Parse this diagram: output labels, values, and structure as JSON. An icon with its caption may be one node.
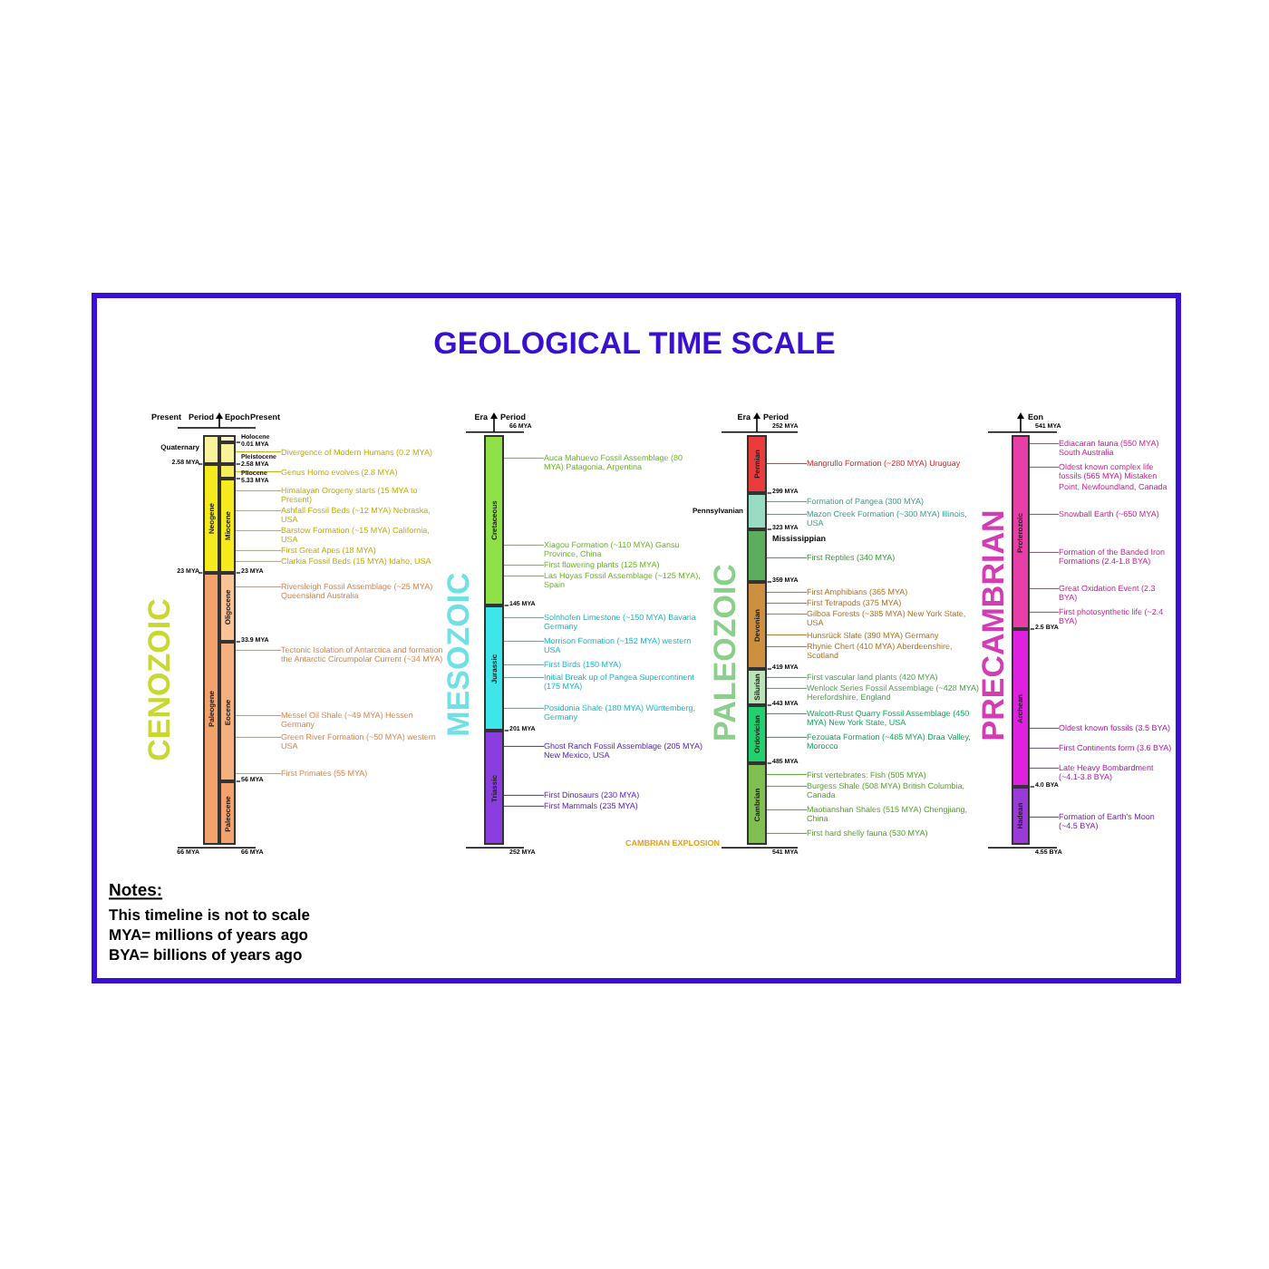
{
  "diagram": {
    "title": "GEOLOGICAL TIME SCALE",
    "nodes": [
      {
        "text": [],
        "shape": "bar",
        "beside": [
          "Quaternary"
        ]
      },
      {
        "text": [
          "Neogene"
        ]
      },
      {
        "text": [
          "Paleogene"
        ]
      },
      {
        "text": [],
        "shape": "bar",
        "beside": [
          "Holocene"
        ]
      },
      {
        "text": [],
        "shape": "bar",
        "beside": [
          "Pleistocene"
        ]
      },
      {
        "text": [],
        "shape": "bar",
        "beside": [
          "Pliocene"
        ]
      },
      {
        "text": [
          "Miocene"
        ]
      },
      {
        "text": [
          "Oligocene"
        ]
      },
      {
        "text": [
          "Eocene"
        ]
      },
      {
        "text": [
          "Paleocene"
        ]
      },
      {
        "text": [
          "Divergence of Modern Humans (0.2 MYA)"
        ]
      },
      {
        "text": [
          "Genus Homo evolves (2.8 MYA)"
        ]
      },
      {
        "text": [
          "Himalayan Orogeny starts (15 MYA to Present)"
        ]
      },
      {
        "text": [
          "Ashfall Fossil Beds (~12 MYA) Nebraska, USA"
        ]
      },
      {
        "text": [
          "Barstow Formation (~15 MYA) California, USA"
        ]
      },
      {
        "text": [
          "First Great Apes (18 MYA)"
        ]
      },
      {
        "text": [
          "Clarkia Fossil Beds (15 MYA) Idaho, USA"
        ]
      },
      {
        "text": [
          "Riversleigh Fossil Assemblage (~25 MYA) Queensland Australia"
        ]
      },
      {
        "text": [
          "Tectonic Isolation of Antarctica and formation the Antarctic Circumpolar Current (~34 MYA)"
        ]
      },
      {
        "text": [
          "Messel Oil Shale (~49 MYA) Hessen Germany"
        ]
      },
      {
        "text": [
          "Green River Formation (~50 MYA) western USA"
        ]
      },
      {
        "text": [
          "First Primates (55 MYA)"
        ]
      },
      {
        "text": [
          "Cretaceous"
        ]
      },
      {
        "text": [
          "Jurassic"
        ]
      },
      {
        "text": [
          "Triassic"
        ]
      },
      {
        "text": [
          "Auca Mahuevo Fossil Assemblage (80 MYA) Patagonia, Argentina"
        ]
      },
      {
        "text": [
          "Xiagou Formation (~110 MYA) Gansu Province, China"
        ]
      },
      {
        "text": [
          "First flowering plants (125 MYA)"
        ]
      },
      {
        "text": [
          "Las Hoyas Fossil Assemblage (~125 MYA), Spain"
        ]
      },
      {
        "text": [
          "Solnhofen Limestone (~150 MYA) Bavaria Germany"
        ]
      },
      {
        "text": [
          "Morrison Formation (~152 MYA) western USA"
        ]
      },
      {
        "text": [
          "First Birds (150 MYA)"
        ]
      },
      {
        "text": [
          "Initial Break up of Pangea Supercontinent (175 MYA)"
        ]
      },
      {
        "text": [
          "Posidonia Shale (180 MYA) Württemberg, Germany"
        ]
      },
      {
        "text": [
          "Ghost Ranch Fossil Assemblage (205 MYA) New Mexico, USA"
        ]
      },
      {
        "text": [
          "First Dinosaurs (230 MYA)"
        ]
      },
      {
        "text": [
          "First Mammals (235 MYA)"
        ]
      },
      {
        "text": [
          "Permian"
        ]
      },
      {
        "text": [],
        "shape": "bar",
        "beside": [
          "Pennsylvanian"
        ]
      },
      {
        "text": [],
        "shape": "bar",
        "beside": [
          "Mississippian"
        ]
      },
      {
        "text": [
          "Devonian"
        ]
      },
      {
        "text": [
          "Silurian"
        ]
      },
      {
        "text": [
          "Ordovician"
        ]
      },
      {
        "text": [
          "Cambrian"
        ]
      },
      {
        "text": [
          "Mangrullo Formation (~280 MYA) Uruguay"
        ]
      },
      {
        "text": [
          "Formation of Pangea (300 MYA)"
        ]
      },
      {
        "text": [
          "Mazon Creek Formation (~300 MYA) Illinois, USA"
        ]
      },
      {
        "text": [
          "First Reptiles (340 MYA)"
        ]
      },
      {
        "text": [
          "First Amphibians (365 MYA)"
        ]
      },
      {
        "text": [
          "First Tetrapods (375 MYA)"
        ]
      },
      {
        "text": [
          "Gilboa Forests (~385 MYA) New York State, USA"
        ]
      },
      {
        "text": [
          "Hunsrück Slate (390 MYA) Germany"
        ]
      },
      {
        "text": [
          "Rhynie Chert (410 MYA) Aberdeenshire, Scotland"
        ]
      },
      {
        "text": [
          "First vascular land plants (420 MYA)"
        ]
      },
      {
        "text": [
          "Wenlock Series Fossil Assemblage (~428 MYA) Herefordshire, England"
        ]
      },
      {
        "text": [
          "Walcott-Rust Quarry Fossil Assemblage (450 MYA) New York State, USA"
        ]
      },
      {
        "text": [
          "Fezouata Formation (~485 MYA) Draa Valley, Morocco"
        ]
      },
      {
        "text": [
          "First vertebrates: Fish (505 MYA)"
        ]
      },
      {
        "text": [
          "Burgess Shale (508 MYA) British Columbia, Canada"
        ]
      },
      {
        "text": [
          "Maotianshan Shales (515 MYA) Chengjiang, China"
        ]
      },
      {
        "text": [
          "First hard shelly fauna (530 MYA)"
        ]
      },
      {
        "text": [
          "Proterozoic"
        ]
      },
      {
        "text": [
          "Archean"
        ]
      },
      {
        "text": [
          "Hadean"
        ]
      },
      {
        "text": [
          "Ediacaran fauna (550 MYA) South Australia"
        ]
      },
      {
        "text": [
          "Oldest known complex life fossils (565 MYA) Mistaken Point, Newfoundland, Canada"
        ]
      },
      {
        "text": [
          "Snowball Earth (~650 MYA)"
        ]
      },
      {
        "text": [
          "Formation of the Banded Iron Formations (2.4-1.8 BYA)"
        ]
      },
      {
        "text": [
          "Great Oxidation Event (2.3 BYA)"
        ]
      },
      {
        "text": [
          "First photosynthetic life (~2.4 BYA)"
        ]
      },
      {
        "text": [
          "Oldest known fossils (3.5 BYA)"
        ]
      },
      {
        "text": [
          "First Continents form (3.6 BYA)"
        ]
      },
      {
        "text": [
          "Late Heavy Bombardment (~4.1-3.8 BYA)"
        ]
      },
      {
        "text": [
          "Formation of Earth's Moon (~4.5 BYA)"
        ]
      }
    ],
    "edges": [
      {
        "from": 10,
        "to": 4,
        "arrow": "none",
        "color": "#c2ae00"
      },
      {
        "from": 11,
        "to": 5,
        "arrow": "none",
        "color": "#c2ae00"
      },
      {
        "from": 12,
        "to": 6,
        "arrow": "none",
        "color": "#c2ae00"
      },
      {
        "from": 13,
        "to": 6,
        "arrow": "none",
        "color": "#c2ae00"
      },
      {
        "from": 14,
        "to": 6,
        "arrow": "none",
        "color": "#c2ae00"
      },
      {
        "from": 15,
        "to": 6,
        "arrow": "none",
        "color": "#c2ae00"
      },
      {
        "from": 16,
        "to": 6,
        "arrow": "none",
        "color": "#c2ae00"
      },
      {
        "from": 17,
        "to": 7,
        "arrow": "none",
        "color": "#e0844a"
      },
      {
        "from": 18,
        "to": 8,
        "arrow": "none",
        "color": "#e0844a"
      },
      {
        "from": 19,
        "to": 8,
        "arrow": "none",
        "color": "#e0844a"
      },
      {
        "from": 20,
        "to": 8,
        "arrow": "none",
        "color": "#e0844a"
      },
      {
        "from": 21,
        "to": 8,
        "arrow": "none",
        "color": "#e0844a"
      },
      {
        "from": 25,
        "to": 22,
        "arrow": "none",
        "color": "#68b820"
      },
      {
        "from": 26,
        "to": 22,
        "arrow": "none",
        "color": "#68b820"
      },
      {
        "from": 27,
        "to": 22,
        "arrow": "none",
        "color": "#68b820"
      },
      {
        "from": 28,
        "to": 22,
        "arrow": "none",
        "color": "#68b820"
      },
      {
        "from": 29,
        "to": 23,
        "arrow": "none",
        "color": "#18b8c8"
      },
      {
        "from": 30,
        "to": 23,
        "arrow": "none",
        "color": "#18b8c8"
      },
      {
        "from": 31,
        "to": 23,
        "arrow": "none",
        "color": "#18b8c8"
      },
      {
        "from": 32,
        "to": 23,
        "arrow": "none",
        "color": "#18b8c8"
      },
      {
        "from": 33,
        "to": 23,
        "arrow": "none",
        "color": "#18b8c8"
      },
      {
        "from": 34,
        "to": 24,
        "arrow": "none",
        "color": "#5a20c8"
      },
      {
        "from": 35,
        "to": 24,
        "arrow": "none",
        "color": "#5a20c8"
      },
      {
        "from": 36,
        "to": 24,
        "arrow": "none",
        "color": "#5a20c8"
      },
      {
        "from": 44,
        "to": 37,
        "arrow": "none",
        "color": "#e02424"
      },
      {
        "from": 45,
        "to": 38,
        "arrow": "none",
        "color": "#38a090"
      },
      {
        "from": 46,
        "to": 38,
        "arrow": "none",
        "color": "#38a090"
      },
      {
        "from": 47,
        "to": 39,
        "arrow": "none",
        "color": "#3a9a3a"
      },
      {
        "from": 48,
        "to": 40,
        "arrow": "none",
        "color": "#b07020"
      },
      {
        "from": 49,
        "to": 40,
        "arrow": "none",
        "color": "#b07020"
      },
      {
        "from": 50,
        "to": 40,
        "arrow": "none",
        "color": "#b07020"
      },
      {
        "from": 51,
        "to": 40,
        "arrow": "none",
        "color": "#b07020"
      },
      {
        "from": 52,
        "to": 40,
        "arrow": "none",
        "color": "#b07020"
      },
      {
        "from": 53,
        "to": 41,
        "arrow": "none",
        "color": "#50a050"
      },
      {
        "from": 54,
        "to": 41,
        "arrow": "none",
        "color": "#50a050"
      },
      {
        "from": 55,
        "to": 42,
        "arrow": "none",
        "color": "#10a858"
      },
      {
        "from": 56,
        "to": 42,
        "arrow": "none",
        "color": "#10a858"
      },
      {
        "from": 57,
        "to": 43,
        "arrow": "none",
        "color": "#58a030"
      },
      {
        "from": 58,
        "to": 43,
        "arrow": "none",
        "color": "#58a030"
      },
      {
        "from": 59,
        "to": 43,
        "arrow": "none",
        "color": "#58a030"
      },
      {
        "from": 60,
        "to": 43,
        "arrow": "none",
        "color": "#58a030"
      },
      {
        "from": 64,
        "to": 61,
        "arrow": "none",
        "color": "#d02090"
      },
      {
        "from": 65,
        "to": 61,
        "arrow": "none",
        "color": "#d02090"
      },
      {
        "from": 66,
        "to": 61,
        "arrow": "none",
        "color": "#d02090"
      },
      {
        "from": 67,
        "to": 61,
        "arrow": "none",
        "color": "#d02090"
      },
      {
        "from": 68,
        "to": 61,
        "arrow": "none",
        "color": "#d02090"
      },
      {
        "from": 69,
        "to": 61,
        "arrow": "none",
        "color": "#d02090"
      },
      {
        "from": 70,
        "to": 62,
        "arrow": "none",
        "color": "#b810b8"
      },
      {
        "from": 71,
        "to": 62,
        "arrow": "none",
        "color": "#b810b8"
      },
      {
        "from": 72,
        "to": 62,
        "arrow": "none",
        "color": "#b810b8"
      },
      {
        "from": 73,
        "to": 63,
        "arrow": "none",
        "color": "#7a20c0"
      }
    ],
    "labels": [
      "CENOZOIC",
      "MESOZOIC",
      "PALEOZOIC",
      "PRECAMBRIAN",
      "Present",
      "Period",
      "Epoch",
      "Present",
      "Era",
      "Period",
      "Era",
      "Period",
      "Eon",
      "2.58 MYA",
      "23 MYA",
      "66 MYA",
      "0.01 MYA",
      "2.58 MYA",
      "5.33 MYA",
      "23 MYA",
      "33.9 MYA",
      "56 MYA",
      "66 MYA",
      "66 MYA",
      "145 MYA",
      "201 MYA",
      "252 MYA",
      "252 MYA",
      "299 MYA",
      "323 MYA",
      "359 MYA",
      "419 MYA",
      "443 MYA",
      "485 MYA",
      "541 MYA",
      "541 MYA",
      "2.5 BYA",
      "4.0 BYA",
      "4.55 BYA",
      "CAMBRIAN EXPLOSION",
      "Notes:",
      "This timeline is not to scale",
      "MYA= millions of years ago",
      "BYA= billions of years ago"
    ]
  }
}
